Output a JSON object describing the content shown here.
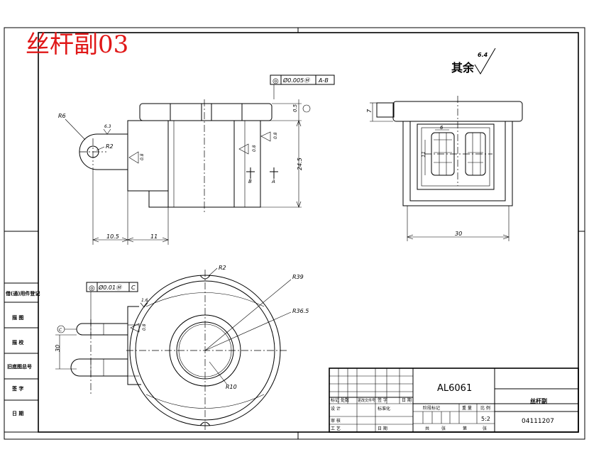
{
  "title": "丝杆副03",
  "roughness_note": {
    "text": "其余",
    "value": "6.4"
  },
  "front_view": {
    "geo_tolerance": {
      "symbol": "◎",
      "value": "Ø0.005Ⓜ",
      "datum": "A-B"
    },
    "dim_05": "0.5",
    "dim_245": "24.5",
    "dim_105": "10.5",
    "dim_11": "11",
    "radius_r6": "R6",
    "radius_r2": "R2",
    "roughness_a": "6.3",
    "roughness_b": "0.8",
    "roughness_c": "0.8",
    "roughness_d": "0.8",
    "datum_b": "B",
    "datum_a": "A"
  },
  "side_view": {
    "dim_7": "7",
    "dim_6": "6",
    "dim_11": "11",
    "dim_30": "30"
  },
  "top_view": {
    "geo_tolerance": {
      "symbol": "◎",
      "value": "Ø0.01Ⓜ",
      "datum": "C"
    },
    "radius_r2": "R2",
    "radius_r39": "R39",
    "radius_r365": "R36.5",
    "radius_r10": "R10",
    "dim_30": "30",
    "roughness_a": "1.6",
    "roughness_b": "0.8",
    "datum_c": "C"
  },
  "side_table": [
    "借(通)用件登记",
    "描 图",
    "描 校",
    "旧底图总号",
    "签 字",
    "日 期"
  ],
  "title_block": {
    "material": "AL6061",
    "part_name": "丝杆副",
    "drawing_no": "04111207",
    "scale": "5:2",
    "row_labels": [
      "标记",
      "处数",
      "更改文件号",
      "签 字",
      "日 期"
    ],
    "labels2": [
      "设 计",
      "标准化"
    ],
    "labels3": [
      "审 核"
    ],
    "labels4": [
      "工 艺",
      "日 期"
    ],
    "stage_labels": [
      "阶段标记",
      "重 量",
      "比 例"
    ],
    "sheet_labels": [
      "共",
      "张",
      "第",
      "张"
    ]
  }
}
